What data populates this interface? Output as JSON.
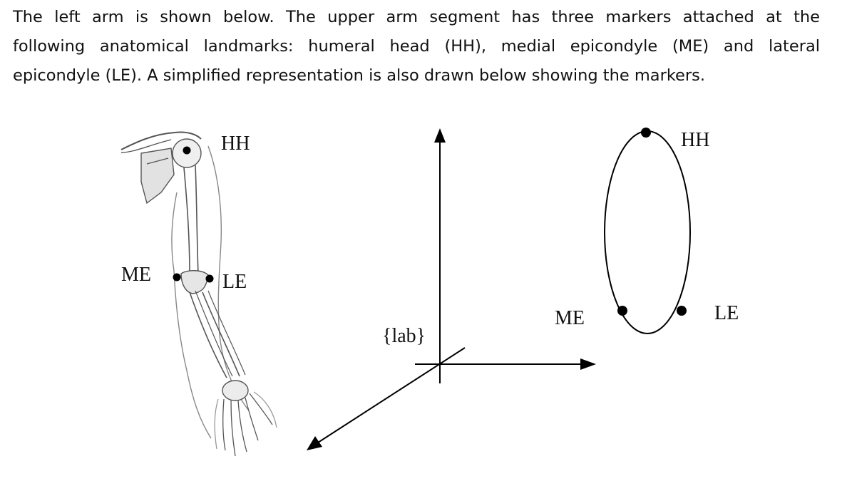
{
  "intro": {
    "line1": "The left arm is shown below.  The upper arm segment has three markers attached at the",
    "line2": "following anatomical landmarks:  humeral head (HH), medial epicondyle (ME) and lateral",
    "line3": "epicondyle (LE).  A simplified representation is also drawn below showing the markers."
  },
  "arm_figure": {
    "label_hh": "HH",
    "label_me": "ME",
    "label_le": "LE"
  },
  "axes_figure": {
    "frame_label": "{lab}"
  },
  "marker_figure": {
    "label_hh": "HH",
    "label_me": "ME",
    "label_le": "LE"
  }
}
